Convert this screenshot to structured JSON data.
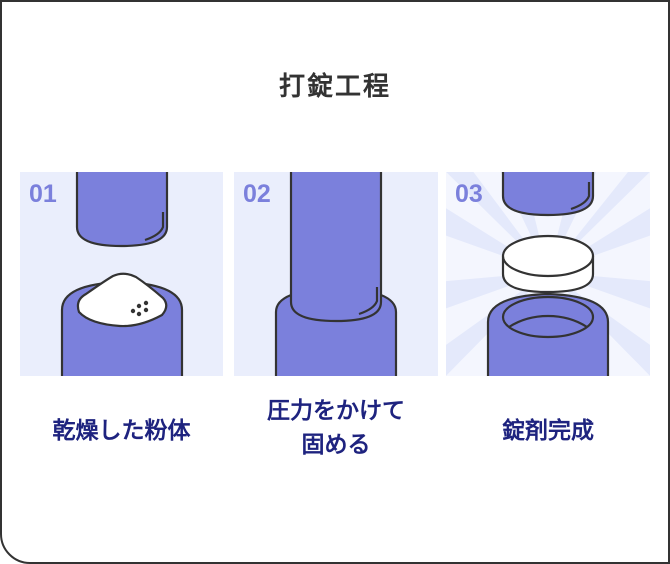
{
  "title": "打錠工程",
  "colors": {
    "panel_bg": "#eaeefc",
    "punch_fill": "#7b80dc",
    "outline": "#333333",
    "powder_fill": "#ffffff",
    "step_number": "#7b80dc",
    "caption_text": "#1e237f",
    "title_text": "#333333"
  },
  "steps": [
    {
      "number": "01",
      "caption": "乾燥した粉体",
      "illustration": "powder-in-die-icon"
    },
    {
      "number": "02",
      "caption_line1": "圧力をかけて",
      "caption_line2": "固める",
      "illustration": "punch-compress-icon"
    },
    {
      "number": "03",
      "caption": "錠剤完成",
      "illustration": "tablet-ejected-icon"
    }
  ]
}
